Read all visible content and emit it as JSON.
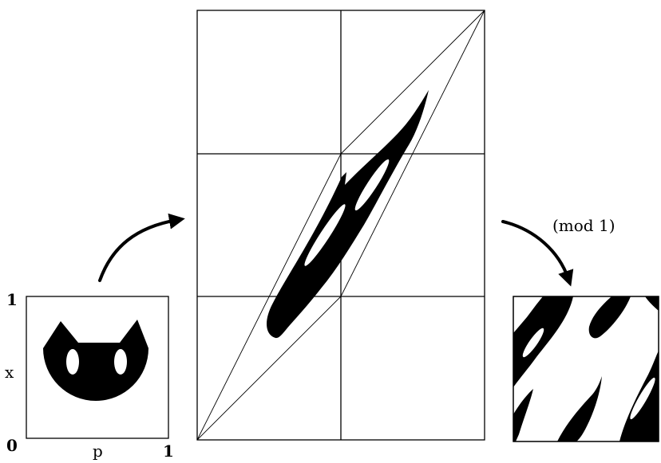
{
  "labels": {
    "y_top": "1",
    "y_axis": "x",
    "origin": "0",
    "x_axis": "p",
    "x_right": "1",
    "mod": "(mod 1)"
  },
  "colors": {
    "ink": "#000000",
    "background": "#ffffff"
  },
  "icons": [
    "cat-face-icon",
    "curved-arrow-icon"
  ]
}
